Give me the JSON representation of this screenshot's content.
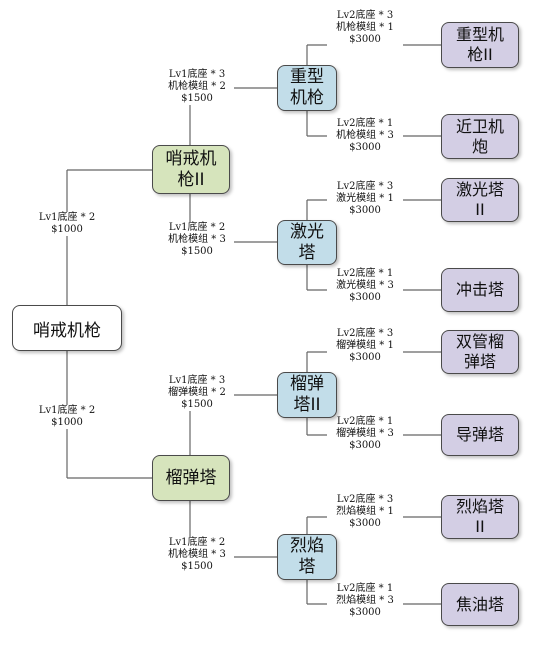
{
  "colors": {
    "root": "#ffffff",
    "level1": "#d6e4bc",
    "level2": "#c2dde9",
    "level3": "#d3cee4",
    "connector": "#666666"
  },
  "nodes": {
    "root": "哨戒机枪",
    "sentry_gun_2": "哨戒机\n枪II",
    "grenade_tower": "榴弹塔",
    "heavy_gun": "重型\n机枪",
    "laser_tower": "激光\n塔",
    "grenade_tower_2": "榴弹\n塔II",
    "flame_tower": "烈焰\n塔",
    "heavy_gun_2": "重型机\n枪II",
    "close_defense_cannon": "近卫机\n炮",
    "laser_tower_2": "激光塔\nII",
    "impact_tower": "冲击塔",
    "twin_grenade_tower": "双管榴\n弹塔",
    "missile_tower": "导弹塔",
    "flame_tower_2": "烈焰塔\nII",
    "oil_tower": "焦油塔"
  },
  "labels": {
    "to_sentry_gun_2": "Lv1底座 * 2\n$1000",
    "to_grenade_tower": "Lv1底座 * 2\n$1000",
    "to_heavy_gun": "Lv1底座 * 3\n机枪模组 * 2\n$1500",
    "to_laser_tower": "Lv1底座 * 2\n机枪模组 * 3\n$1500",
    "to_grenade_tower_2": "Lv1底座 * 3\n榴弹模组 * 2\n$1500",
    "to_flame_tower": "Lv1底座 * 2\n机枪模组 * 3\n$1500",
    "to_heavy_gun_2": "Lv2底座 * 3\n机枪模组 * 1\n$3000",
    "to_close_defense_cannon": "Lv2底座 * 1\n机枪模组 * 3\n$3000",
    "to_laser_tower_2": "Lv2底座 * 3\n激光模组 * 1\n$3000",
    "to_impact_tower": "Lv2底座 * 1\n激光模组 * 3\n$3000",
    "to_twin_grenade_tower": "Lv2底座 * 3\n榴弹模组 * 1\n$3000",
    "to_missile_tower": "Lv2底座 * 1\n榴弹模组 * 3\n$3000",
    "to_flame_tower_2": "Lv2底座 * 3\n烈焰模组 * 1\n$3000",
    "to_oil_tower": "Lv2底座 * 1\n烈焰模组 * 3\n$3000"
  }
}
